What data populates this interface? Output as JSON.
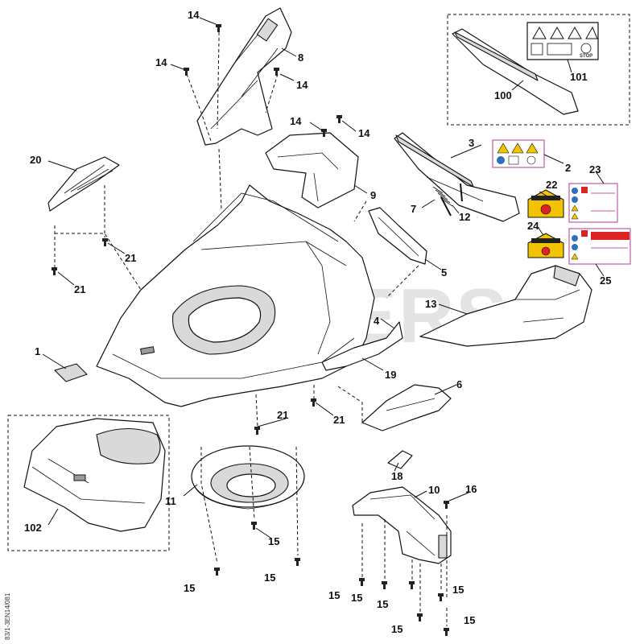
{
  "watermark": "CUTTERS",
  "side_code": "83/1-3EN14/081",
  "callouts": {
    "c1": "1",
    "c2": "2",
    "c3": "3",
    "c4": "4",
    "c5": "5",
    "c6": "6",
    "c7": "7",
    "c8": "8",
    "c9": "9",
    "c10": "10",
    "c11": "11",
    "c12": "12",
    "c13": "13",
    "c14a": "14",
    "c14b": "14",
    "c14c": "14",
    "c14d": "14",
    "c14e": "14",
    "c15a": "15",
    "c15b": "15",
    "c15c": "15",
    "c15d": "15",
    "c15e": "15",
    "c15f": "15",
    "c15g": "15",
    "c15h": "15",
    "c15i": "15",
    "c16": "16",
    "c18": "18",
    "c19": "19",
    "c20": "20",
    "c21a": "21",
    "c21b": "21",
    "c21c": "21",
    "c21d": "21",
    "c22": "22",
    "c23": "23",
    "c24": "24",
    "c25": "25",
    "c100": "100",
    "c101": "101",
    "c102": "102"
  },
  "labels": {
    "stop_text": "STOP"
  }
}
